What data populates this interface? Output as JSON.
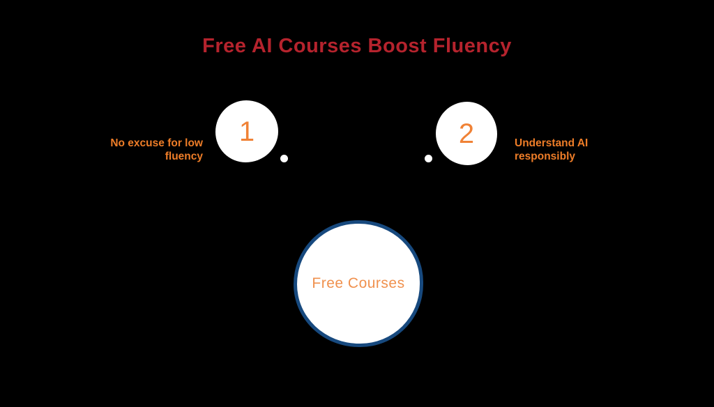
{
  "title": "Free AI Courses Boost Fluency",
  "steps": [
    {
      "number": "1",
      "label": "No excuse for low fluency",
      "label_side": "left"
    },
    {
      "number": "2",
      "label": "Understand AI responsibly",
      "label_side": "right"
    }
  ],
  "center": {
    "label": "Free Courses"
  },
  "colors": {
    "background": "#000000",
    "title_red": "#b5232d",
    "label_orange": "#ee7d28",
    "number_orange": "#f08236",
    "center_text_orange": "#f0914e",
    "center_border_navy": "#17497e",
    "circle_fill": "#ffffff"
  }
}
